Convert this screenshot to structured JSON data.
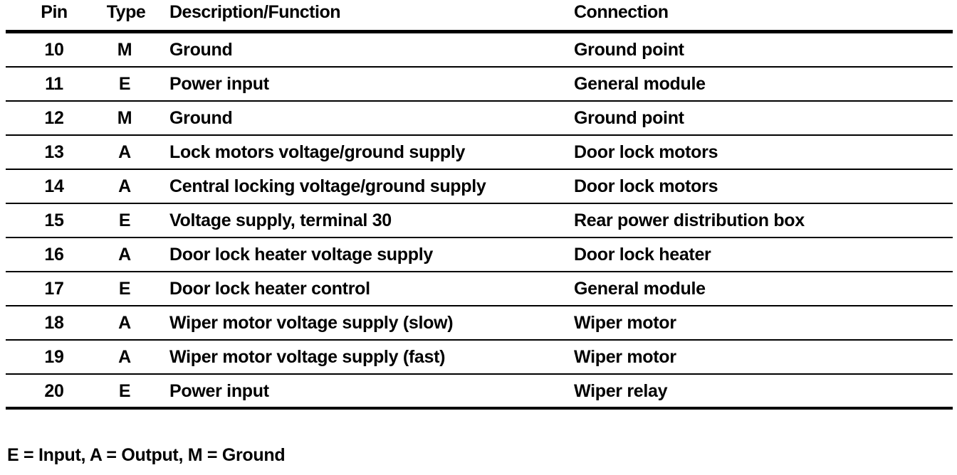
{
  "table": {
    "headers": {
      "pin": "Pin",
      "type": "Type",
      "description": "Description/Function",
      "connection": "Connection"
    },
    "rows": [
      {
        "pin": "10",
        "type": "M",
        "description": "Ground",
        "connection": "Ground point"
      },
      {
        "pin": "11",
        "type": "E",
        "description": "Power input",
        "connection": "General module"
      },
      {
        "pin": "12",
        "type": "M",
        "description": "Ground",
        "connection": "Ground point"
      },
      {
        "pin": "13",
        "type": "A",
        "description": "Lock motors voltage/ground supply",
        "connection": "Door lock motors"
      },
      {
        "pin": "14",
        "type": "A",
        "description": "Central locking voltage/ground supply",
        "connection": "Door lock motors"
      },
      {
        "pin": "15",
        "type": "E",
        "description": "Voltage supply, terminal 30",
        "connection": "Rear power distribution box"
      },
      {
        "pin": "16",
        "type": "A",
        "description": "Door lock heater voltage supply",
        "connection": "Door lock heater"
      },
      {
        "pin": "17",
        "type": "E",
        "description": "Door lock heater control",
        "connection": "General module"
      },
      {
        "pin": "18",
        "type": "A",
        "description": "Wiper motor voltage supply (slow)",
        "connection": "Wiper motor"
      },
      {
        "pin": "19",
        "type": "A",
        "description": "Wiper motor voltage supply (fast)",
        "connection": "Wiper motor"
      },
      {
        "pin": "20",
        "type": "E",
        "description": "Power input",
        "connection": "Wiper relay"
      }
    ]
  },
  "footnote": "E = Input, A = Output, M = Ground"
}
